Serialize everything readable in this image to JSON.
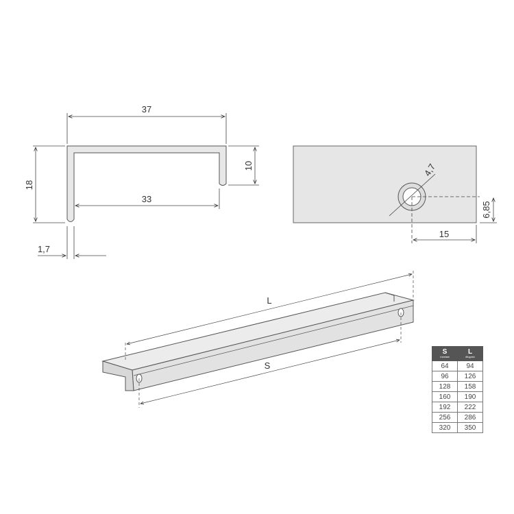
{
  "profile_view": {
    "width": "37",
    "height": "18",
    "lip": "10",
    "inner_width": "33",
    "thickness": "1,7"
  },
  "front_view": {
    "hole_diameter": "4,7",
    "hole_offset_x": "15",
    "hole_offset_y": "6,85"
  },
  "perspective_view": {
    "length_label": "L",
    "spacing_label": "S"
  },
  "size_table": {
    "headers": [
      {
        "label": "S",
        "sub": "rozstaw"
      },
      {
        "label": "L",
        "sub": "długość"
      }
    ],
    "rows": [
      [
        "64",
        "94"
      ],
      [
        "96",
        "126"
      ],
      [
        "128",
        "158"
      ],
      [
        "160",
        "190"
      ],
      [
        "192",
        "222"
      ],
      [
        "256",
        "286"
      ],
      [
        "320",
        "350"
      ]
    ]
  }
}
